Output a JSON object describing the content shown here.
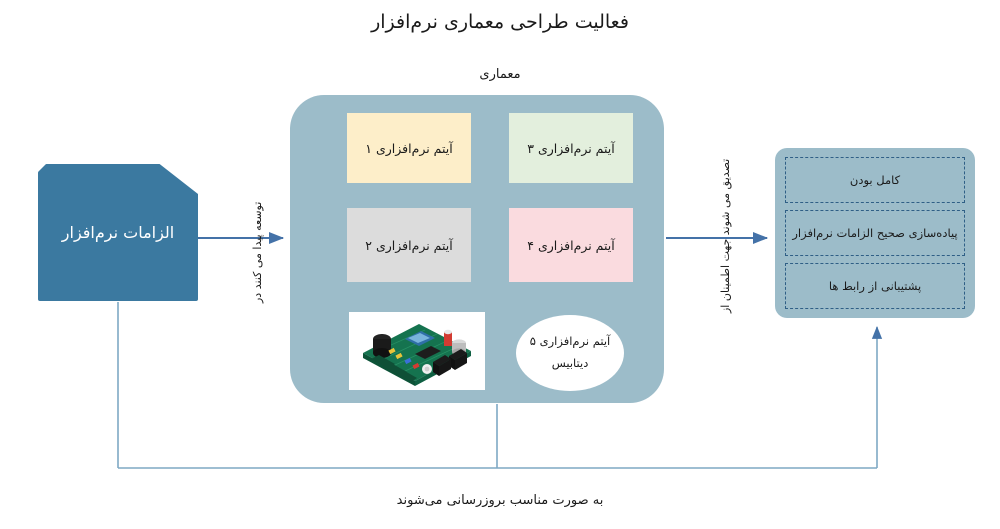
{
  "title": "فعالیت طراحی معماری نرم‌افزار",
  "architecture": {
    "caption": "معماری",
    "items": [
      {
        "id": "item-1",
        "label": "آیتم نرم‌افزاری ۱",
        "color": "#fdeec9"
      },
      {
        "id": "item-3",
        "label": "آیتم نرم‌افزاری ۳",
        "color": "#e3efdd"
      },
      {
        "id": "item-2",
        "label": "آیتم نرم‌افزاری ۲",
        "color": "#dcdcdc"
      },
      {
        "id": "item-4",
        "label": "آیتم نرم‌افزاری ۴",
        "color": "#fadbdf"
      }
    ],
    "database": {
      "label": "آیتم نرم‌افزاری ۵",
      "sublabel": "دیتابیس"
    },
    "hardware_image": "circuit-board-photo",
    "container_color": "#9cbcc9"
  },
  "requirements": {
    "label": "الزامات نرم‌افزار",
    "color": "#3b79a0"
  },
  "verification": {
    "panel_color": "#9cbcc9",
    "criteria": [
      "کامل بودن",
      "پیاده‌سازی صحیح الزامات نرم‌افزار",
      "پشتیبانی از رابط ها"
    ]
  },
  "edges": {
    "develop_label": "توسعه پیدا می کنند در",
    "verify_label": "تصدیق می شوند جهت اطمینان از",
    "feedback_label": "به صورت مناسب بروزرسانی می‌شوند",
    "arrow_color": "#4472a8",
    "feedback_line_color": "#7fa8c4"
  }
}
